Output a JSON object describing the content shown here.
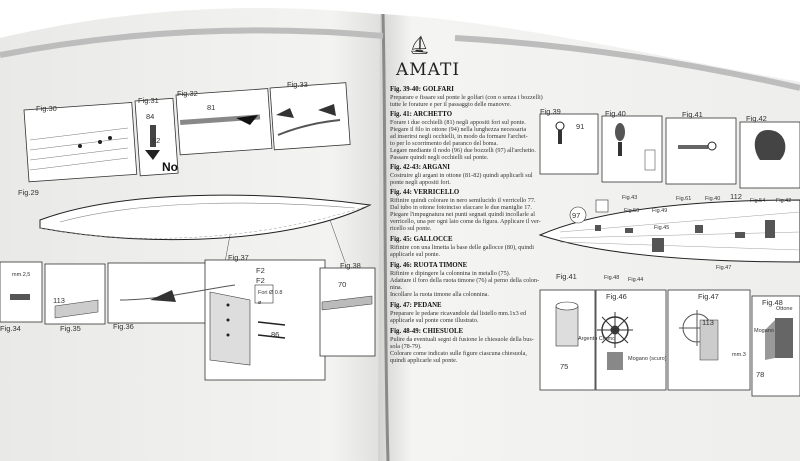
{
  "brand": {
    "name": "AMATI",
    "logo_icon": "ship-logo-icon"
  },
  "left_page": {
    "figures": [
      "Fig.30",
      "Fig.31",
      "Fig.32",
      "Fig.33",
      "Fig.29",
      "Fig.37",
      "Fig.38",
      "Fig.34",
      "Fig.35",
      "Fig.36"
    ],
    "badges": [
      "81",
      "84",
      "92",
      "70",
      "86",
      "113",
      "F2",
      "F2"
    ],
    "labels": {
      "no": "No",
      "mm": "mm.2,5",
      "fori": "Fori Ø 0.8",
      "sopra": "ø"
    }
  },
  "instructions": [
    {
      "head": "Fig. 39-40: GOLFARI",
      "lines": [
        "Preparare e fissare sul ponte le golfari (con o senza i bozzelli)",
        "tutte le forature e per il passaggio delle manovre."
      ]
    },
    {
      "head": "Fig. 41: ARCHETTO",
      "lines": [
        "Forare i due occhielli (81) negli appositi fori sul ponte.",
        "Piegare il filo in ottone (94) nella lunghezza necessaria",
        "ad inserirsi negli occhielli, in modo da formare l'archet-",
        "to per lo scorrimento del paranco del boma.",
        "Legare mediante il nodo (96) due bozzelli (97) all'archetto.",
        "Passare quindi negli occhielli sul ponte."
      ]
    },
    {
      "head": "Fig. 42-43: ARGANI",
      "lines": [
        "Costruire gli argani in ottone (81-82) quindi applicarli sul",
        "ponte negli appositi fori."
      ]
    },
    {
      "head": "Fig. 44: VERRICELLO",
      "lines": [
        "Rifinire quindi colorare in nero semilucido il verricello 77.",
        "Dal tubo in ottone fotoinciso sfaccare le due maniglie 17.",
        "Piegare l'impugnatura nei punti segnati quindi incollarle al",
        "verricello, una per ogni lato come da figura. Applicare il ver-",
        "ricello sul ponte."
      ]
    },
    {
      "head": "Fig. 45: GALLOCCE",
      "lines": [
        "Rifinire con una limetta la base delle gallocce (80), quindi",
        "applicarle sul ponte."
      ]
    },
    {
      "head": "Fig. 46: RUOTA TIMONE",
      "lines": [
        "Rifinire e dipingere la colonnina in metallo (75).",
        "Adattare il foro della ruota timone (76) al perno della colon-",
        "nina.",
        "Incollare la ruota timone alla colonnina."
      ]
    },
    {
      "head": "Fig. 47: PEDANE",
      "lines": [
        "Preparare le pedane ricavandole dal listello mm.1x3 ed",
        "applicarle sul ponte come illustrato."
      ]
    },
    {
      "head": "Fig. 48-49: CHIESUOLE",
      "lines": [
        "Pulire da eventuali segni di fusione le chiesuole della bus-",
        "sola (78-79).",
        "Colorare come indicato sulle figure ciascuna chiesuola,",
        "quindi applicarle sul ponte."
      ]
    }
  ],
  "right_page": {
    "figures": [
      "Fig.39",
      "Fig.40",
      "Fig.41",
      "Fig.42",
      "Fig.46",
      "Fig.47",
      "Fig.48",
      "Fig.41"
    ],
    "badges": [
      "91",
      "97",
      "75",
      "113",
      "78",
      "112"
    ],
    "deck_tags": [
      "Fig.43",
      "Fig.50",
      "Fig.49",
      "Fig.61",
      "Fig.40",
      "Fig.54",
      "Fig.42",
      "Fig.45",
      "Fig.44",
      "Fig.47",
      "Fig.48"
    ],
    "labels": {
      "argento": "Argento Cromo",
      "mogano": "Mogano (scuro)",
      "mm3": "mm.3",
      "ottone": "Ottone",
      "mogano2": "Mogano"
    }
  },
  "colors": {
    "paper": "#f4f4f2",
    "ink": "#222222",
    "spine": "#8a8a8a",
    "rule": "#c9c9c9"
  }
}
